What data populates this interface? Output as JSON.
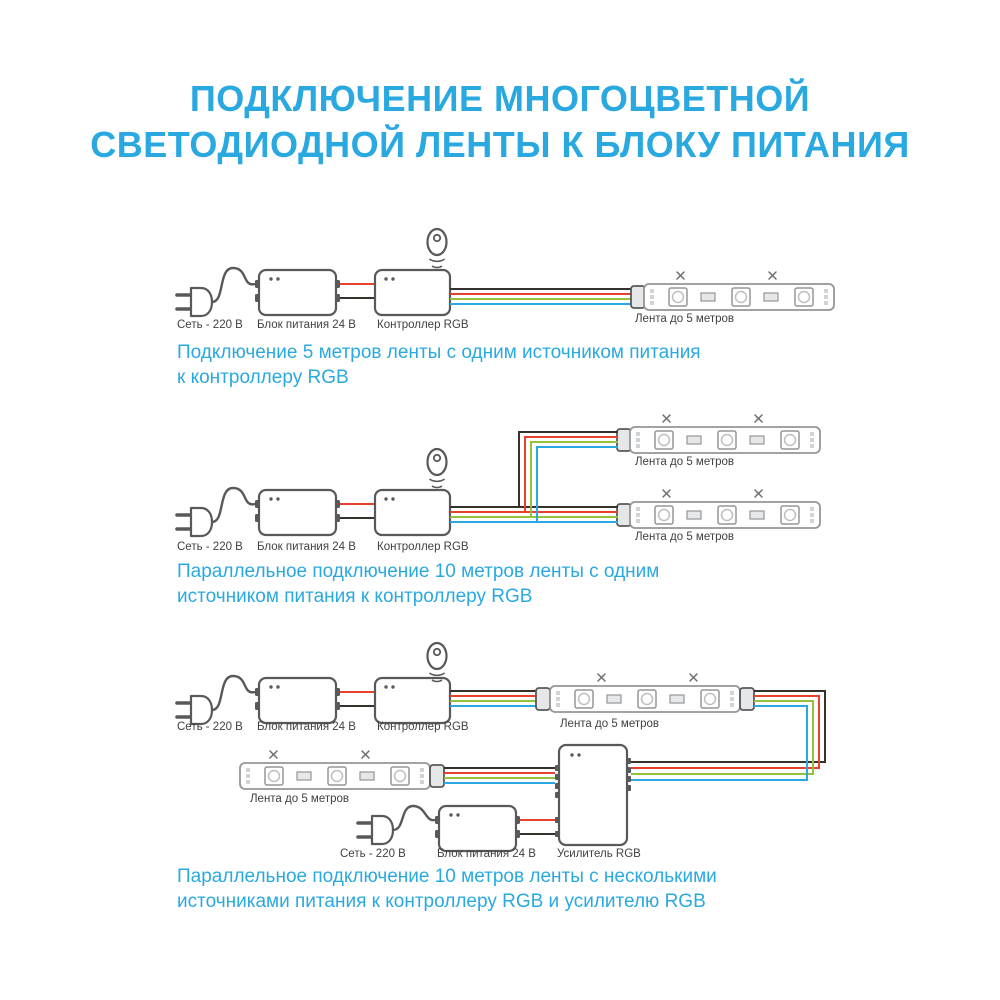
{
  "title": {
    "line1": "ПОДКЛЮЧЕНИЕ МНОГОЦВЕТНОЙ",
    "line2": "СВЕТОДИОДНОЙ ЛЕНТЫ К БЛОКУ ПИТАНИЯ"
  },
  "colors": {
    "accent_blue": "#2aa9e0",
    "label_gray": "#414042",
    "outline_gray": "#58595b",
    "strip_gray": "#939598",
    "wire_black": "#35312d",
    "wire_red": "#e8412e",
    "wire_green": "#95c13d",
    "wire_blue": "#2aa9e0"
  },
  "icons": {
    "plug": "eu-power-plug-icon",
    "psu": "power-supply-box",
    "controller": "rgb-controller-box",
    "remote": "ir-remote-icon",
    "strip": "led-strip",
    "connector": "strip-connector",
    "amplifier": "rgb-amplifier-box",
    "cut_mark": "cut-mark-icon"
  },
  "diagrams": [
    {
      "labels": {
        "mains": "Сеть - 220 В",
        "psu": "Блок питания 24 В",
        "controller": "Контроллер RGB",
        "strip1": "Лента до 5 метров"
      },
      "caption": {
        "line1": "Подключение 5 метров ленты с одним источником питания",
        "line2": "к контроллеру RGB"
      }
    },
    {
      "labels": {
        "mains": "Сеть - 220 В",
        "psu": "Блок питания 24 В",
        "controller": "Контроллер RGB",
        "strip1": "Лента до 5 метров",
        "strip2": "Лента до 5 метров"
      },
      "caption": {
        "line1": "Параллельное подключение 10 метров ленты с одним",
        "line2": "источником питания к контроллеру RGB"
      }
    },
    {
      "labels": {
        "mains": "Сеть - 220 В",
        "psu": "Блок питания 24 В",
        "controller": "Контроллер RGB",
        "strip1": "Лента до 5 метров",
        "strip2": "Лента до 5 метров",
        "amplifier": "Усилитель RGB",
        "mains2": "Сеть - 220 В",
        "psu2": "Блок питания 24 В"
      },
      "caption": {
        "line1": "Параллельное подключение 10 метров ленты с несколькими",
        "line2": "источниками питания к контроллеру RGB и усилителю RGB"
      }
    }
  ]
}
